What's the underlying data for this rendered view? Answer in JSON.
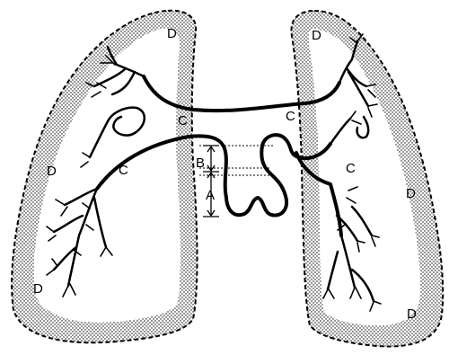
{
  "labels": {
    "region_d": "D",
    "vessel_c": "C",
    "segment_a": "A",
    "segment_b": "B"
  }
}
